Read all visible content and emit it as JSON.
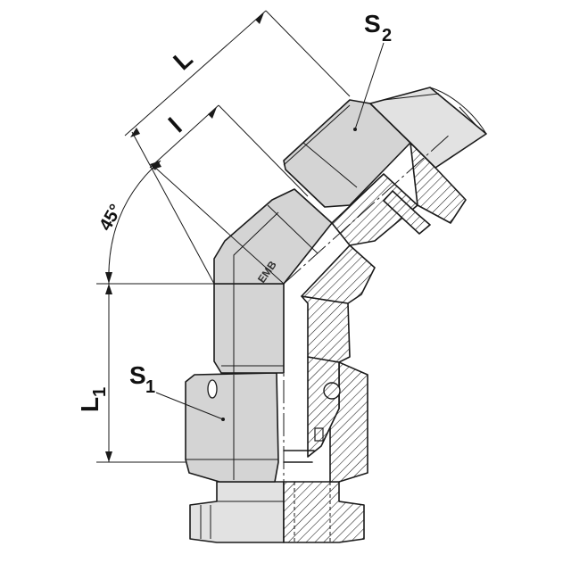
{
  "labels": {
    "L": "L",
    "l": "l",
    "angle": "45°",
    "L1_main": "L",
    "L1_sub": "1",
    "S1_main": "S",
    "S1_sub": "1",
    "S2_main": "S",
    "S2_sub": "2"
  },
  "logo_text": "EMB",
  "colors": {
    "metal": "#d4d4d4",
    "outline": "#1a1a1a",
    "background": "#ffffff"
  }
}
